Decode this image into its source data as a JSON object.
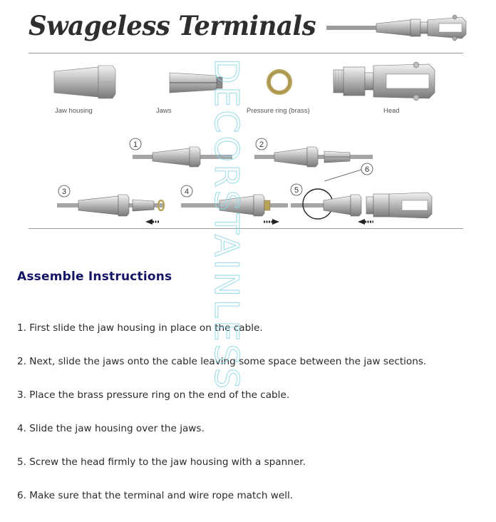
{
  "header": {
    "title": "Swageless Terminals"
  },
  "parts": [
    {
      "label": "Jaw housing"
    },
    {
      "label": "Jaws"
    },
    {
      "label": "Pressure ring (brass)"
    },
    {
      "label": "Head"
    }
  ],
  "diagram_steps": [
    "1",
    "2",
    "3",
    "4",
    "5",
    "6"
  ],
  "instructions": {
    "heading": "Assemble Instructions",
    "steps": [
      "1. First slide the jaw housing in place on the cable.",
      "2. Next, slide the jaws onto the cable leaving some space between the jaw sections.",
      "3. Place the brass pressure ring on the end of the cable.",
      "4. Slide the jaw housing over the jaws.",
      "5. Screw the head firmly to the jaw housing with a spanner.",
      "6. Make sure that the terminal and wire rope match well."
    ]
  },
  "watermark": "DECORSTAINLESS",
  "colors": {
    "heading": "#151566",
    "watermark": "#8fd8e8",
    "metal": "#c8c8c8"
  }
}
